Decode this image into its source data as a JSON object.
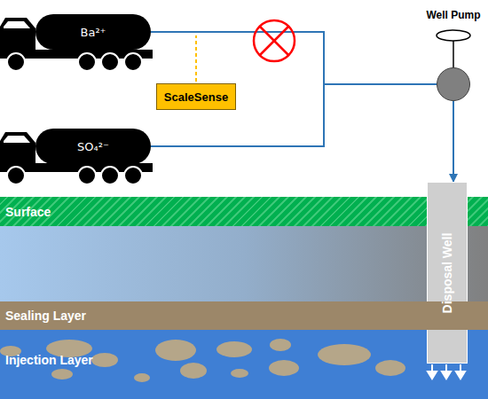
{
  "diagram": {
    "nodes": [
      {
        "text": [
          "Ba²⁺"
        ]
      },
      {
        "text": [
          "ScaleSense"
        ]
      },
      {
        "text": [
          "SO₄²⁻"
        ]
      },
      {
        "text": [
          "Well Pump"
        ]
      },
      {
        "text": [
          "Surface"
        ]
      },
      {
        "text": [
          "Disposal Well"
        ]
      },
      {
        "text": [
          "Sealing Layer"
        ]
      },
      {
        "text": [
          "Injection Layer"
        ]
      }
    ],
    "edges": [
      {
        "from": 0,
        "to": 3,
        "arrow": "none"
      },
      {
        "from": 2,
        "to": 3,
        "arrow": "none"
      },
      {
        "from": 3,
        "to": 5,
        "arrow": "to"
      }
    ]
  }
}
